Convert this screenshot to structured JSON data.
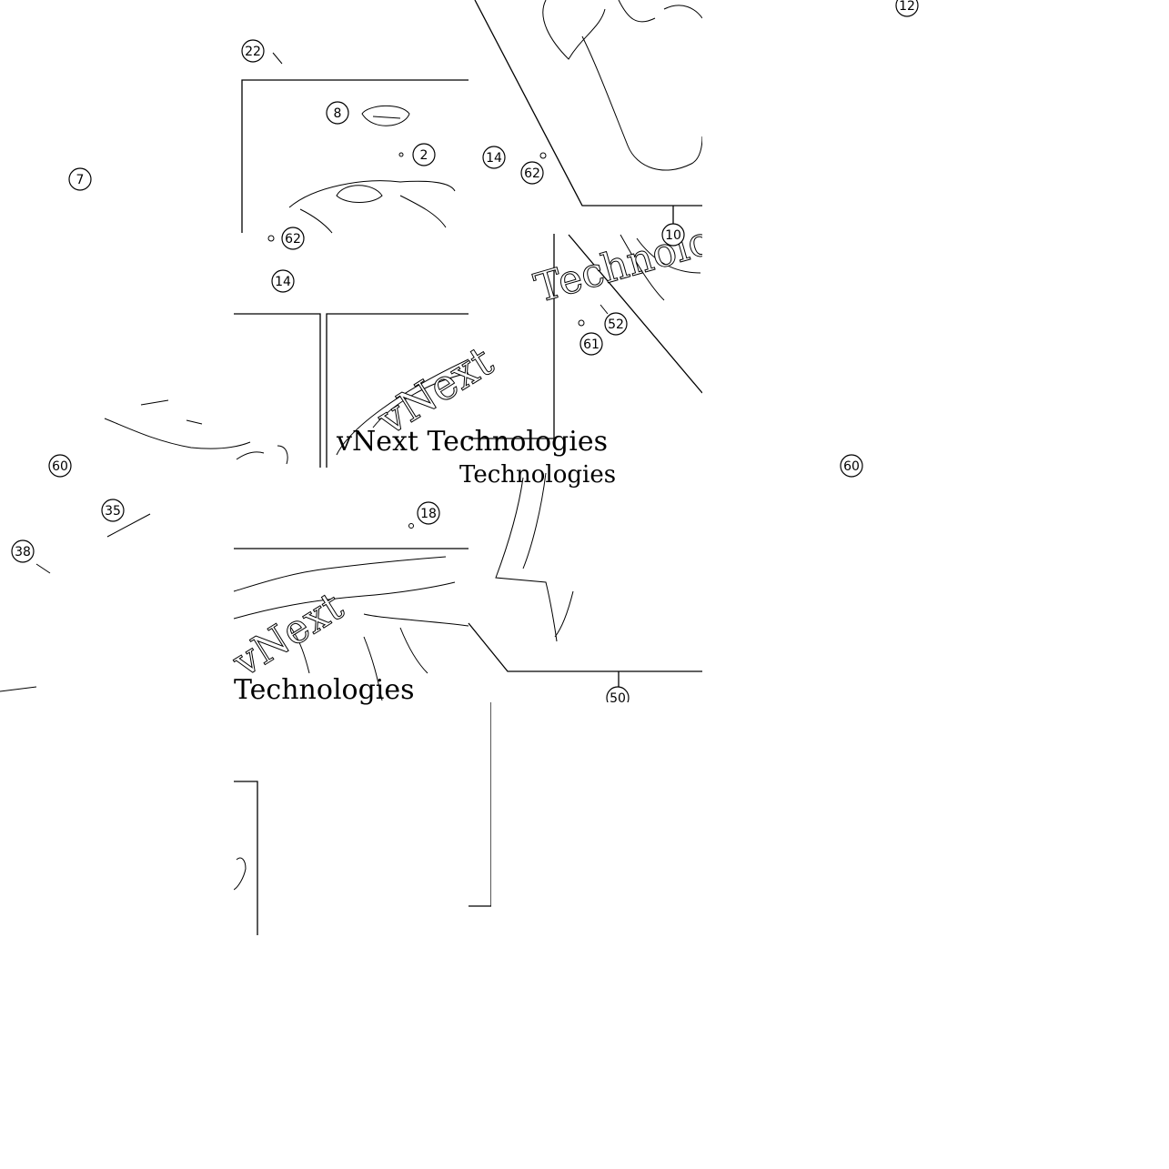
{
  "diagram": {
    "callouts": [
      "22",
      "8",
      "2",
      "7",
      "14",
      "62",
      "62",
      "14",
      "52",
      "61",
      "12",
      "18",
      "35",
      "38",
      "50",
      "60",
      "60",
      "10"
    ],
    "watermark": {
      "line1": "vNext Technologies",
      "line2": "vNext",
      "line3": "Technologies",
      "line4": "Technologies",
      "line5": "vNext",
      "line6": "Technologies"
    }
  }
}
